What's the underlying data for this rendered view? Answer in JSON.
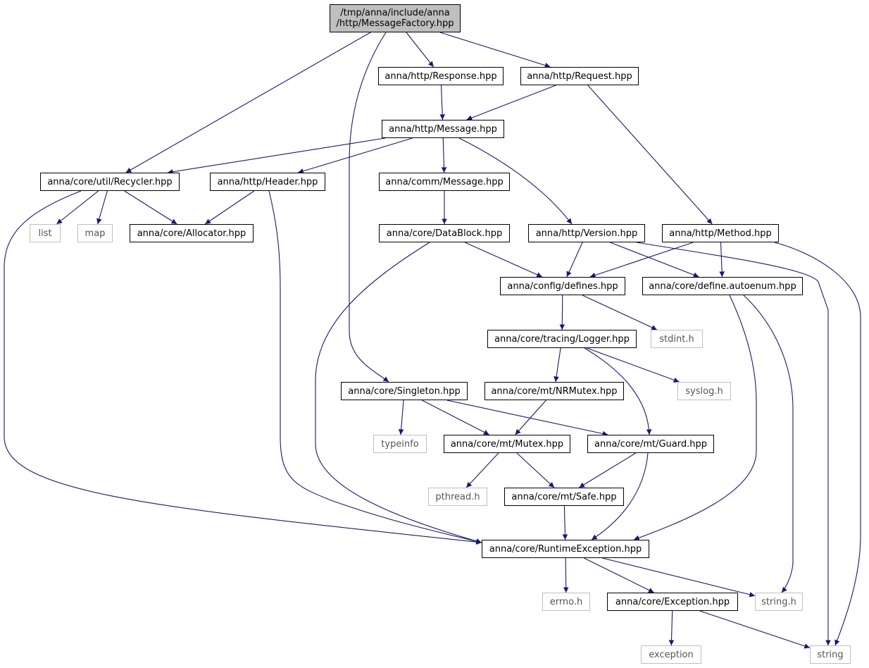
{
  "nodes": [
    {
      "id": "factory",
      "label": "/tmp/anna/include/anna\n/http/MessageFactory.hpp",
      "kind": "root"
    },
    {
      "id": "response",
      "label": "anna/http/Response.hpp",
      "kind": "file"
    },
    {
      "id": "request",
      "label": "anna/http/Request.hpp",
      "kind": "file"
    },
    {
      "id": "message",
      "label": "anna/http/Message.hpp",
      "kind": "file"
    },
    {
      "id": "recycler",
      "label": "anna/core/util/Recycler.hpp",
      "kind": "file"
    },
    {
      "id": "header",
      "label": "anna/http/Header.hpp",
      "kind": "file"
    },
    {
      "id": "commmessage",
      "label": "anna/comm/Message.hpp",
      "kind": "file"
    },
    {
      "id": "list",
      "label": "list",
      "kind": "external"
    },
    {
      "id": "map",
      "label": "map",
      "kind": "external"
    },
    {
      "id": "allocator",
      "label": "anna/core/Allocator.hpp",
      "kind": "file"
    },
    {
      "id": "datablock",
      "label": "anna/core/DataBlock.hpp",
      "kind": "file"
    },
    {
      "id": "version",
      "label": "anna/http/Version.hpp",
      "kind": "file"
    },
    {
      "id": "method",
      "label": "anna/http/Method.hpp",
      "kind": "file"
    },
    {
      "id": "defines",
      "label": "anna/config/defines.hpp",
      "kind": "file"
    },
    {
      "id": "autoenum",
      "label": "anna/core/define.autoenum.hpp",
      "kind": "file"
    },
    {
      "id": "stdint",
      "label": "stdint.h",
      "kind": "external"
    },
    {
      "id": "logger",
      "label": "anna/core/tracing/Logger.hpp",
      "kind": "file"
    },
    {
      "id": "singleton",
      "label": "anna/core/Singleton.hpp",
      "kind": "file"
    },
    {
      "id": "nrmutex",
      "label": "anna/core/mt/NRMutex.hpp",
      "kind": "file"
    },
    {
      "id": "syslog",
      "label": "syslog.h",
      "kind": "external"
    },
    {
      "id": "typeinfo",
      "label": "typeinfo",
      "kind": "external"
    },
    {
      "id": "mutex",
      "label": "anna/core/mt/Mutex.hpp",
      "kind": "file"
    },
    {
      "id": "guard",
      "label": "anna/core/mt/Guard.hpp",
      "kind": "file"
    },
    {
      "id": "pthread",
      "label": "pthread.h",
      "kind": "external"
    },
    {
      "id": "safe",
      "label": "anna/core/mt/Safe.hpp",
      "kind": "file"
    },
    {
      "id": "runtime",
      "label": "anna/core/RuntimeException.hpp",
      "kind": "file"
    },
    {
      "id": "errno",
      "label": "errno.h",
      "kind": "external"
    },
    {
      "id": "exception_hpp",
      "label": "anna/core/Exception.hpp",
      "kind": "file"
    },
    {
      "id": "stringh",
      "label": "string.h",
      "kind": "external"
    },
    {
      "id": "exception",
      "label": "exception",
      "kind": "external"
    },
    {
      "id": "string",
      "label": "string",
      "kind": "external"
    }
  ],
  "edges": [
    [
      "factory",
      "response"
    ],
    [
      "factory",
      "request"
    ],
    [
      "factory",
      "recycler"
    ],
    [
      "factory",
      "singleton"
    ],
    [
      "response",
      "message"
    ],
    [
      "request",
      "message"
    ],
    [
      "request",
      "method"
    ],
    [
      "message",
      "recycler"
    ],
    [
      "message",
      "header"
    ],
    [
      "message",
      "commmessage"
    ],
    [
      "message",
      "version"
    ],
    [
      "recycler",
      "list"
    ],
    [
      "recycler",
      "map"
    ],
    [
      "recycler",
      "allocator"
    ],
    [
      "recycler",
      "runtime"
    ],
    [
      "header",
      "allocator"
    ],
    [
      "header",
      "runtime"
    ],
    [
      "commmessage",
      "datablock"
    ],
    [
      "datablock",
      "defines"
    ],
    [
      "datablock",
      "runtime"
    ],
    [
      "version",
      "defines"
    ],
    [
      "version",
      "autoenum"
    ],
    [
      "version",
      "string"
    ],
    [
      "method",
      "defines"
    ],
    [
      "method",
      "autoenum"
    ],
    [
      "method",
      "string"
    ],
    [
      "defines",
      "logger"
    ],
    [
      "defines",
      "stdint"
    ],
    [
      "autoenum",
      "runtime"
    ],
    [
      "autoenum",
      "stringh"
    ],
    [
      "logger",
      "nrmutex"
    ],
    [
      "logger",
      "syslog"
    ],
    [
      "logger",
      "guard"
    ],
    [
      "singleton",
      "typeinfo"
    ],
    [
      "singleton",
      "mutex"
    ],
    [
      "singleton",
      "guard"
    ],
    [
      "nrmutex",
      "mutex"
    ],
    [
      "mutex",
      "pthread"
    ],
    [
      "mutex",
      "safe"
    ],
    [
      "guard",
      "safe"
    ],
    [
      "guard",
      "runtime"
    ],
    [
      "safe",
      "runtime"
    ],
    [
      "runtime",
      "errno"
    ],
    [
      "runtime",
      "exception_hpp"
    ],
    [
      "runtime",
      "stringh"
    ],
    [
      "exception_hpp",
      "exception"
    ],
    [
      "exception_hpp",
      "string"
    ]
  ],
  "colors": {
    "edge": "#191970",
    "node_border": "#000000",
    "external_border": "#bfbfbf",
    "root_fill": "#bfbfbf",
    "external_text": "#555555"
  }
}
